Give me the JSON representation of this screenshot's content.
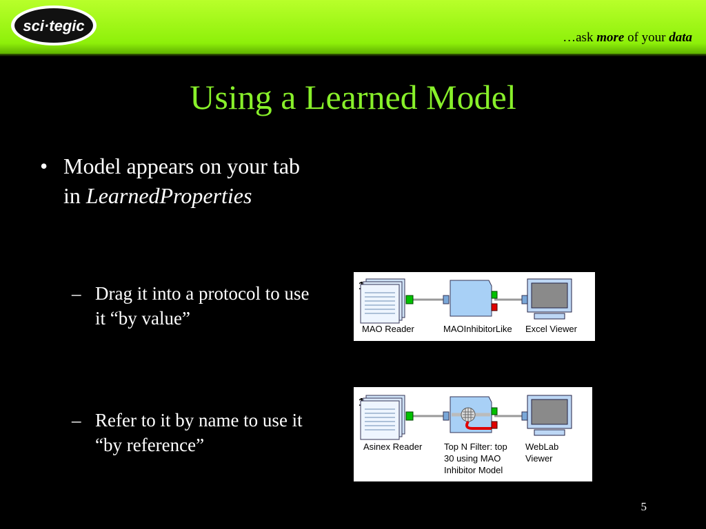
{
  "header": {
    "logo_text": "sci·tegic",
    "tagline_prefix": "…ask ",
    "tagline_more": "more",
    "tagline_middle": " of your ",
    "tagline_data": "data"
  },
  "slide": {
    "title": "Using a Learned Model",
    "bullet_symbol": "•",
    "bullet_text": "Model appears on your tab in ",
    "bullet_italic": "LearnedProperties",
    "dash_symbol": "–",
    "sub1": "Drag it into a protocol to use it “by value”",
    "sub2": "Refer to it by name to use it “by reference”",
    "page_number": "5"
  },
  "protocol1": {
    "nodes": [
      {
        "label": "MAO Reader"
      },
      {
        "label": "MAOInhibitorLike"
      },
      {
        "label": "Excel Viewer"
      }
    ],
    "badge": "1"
  },
  "protocol2": {
    "nodes": [
      {
        "label": "Asinex Reader"
      },
      {
        "label": "Top N Filter: top 30 using MAO Inhibitor Model"
      },
      {
        "label": "WebLab Viewer"
      }
    ],
    "badge": "1"
  },
  "colors": {
    "header_green": "#9af51a",
    "title_green": "#88f02a",
    "port_green": "#00c000",
    "port_red": "#e00000"
  }
}
